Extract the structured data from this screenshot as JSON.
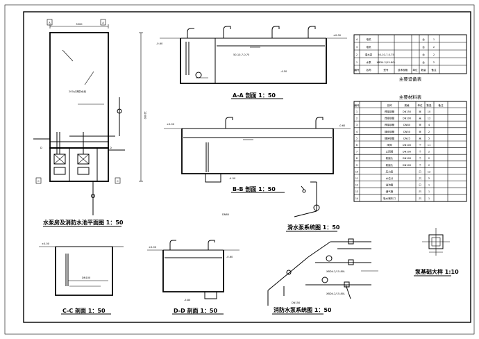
{
  "titles": {
    "plan": "水泵房及消防水池平面图  1：50",
    "aa": "A-A 剖面  1：50",
    "bb": "B-B 剖面  1：50",
    "cc": "C-C 剖面  1：50",
    "dd": "D-D 剖面  1：50",
    "supply": "滑水泵系统图  1：50",
    "fire": "消防水泵系统图  1：50",
    "foundation": "泵基础大样  1:10",
    "pool_label": "200㎡消防水池",
    "equip_caption": "主要设备表",
    "material_caption": "主要材料表"
  },
  "equipment": {
    "header": [
      "编号",
      "名称",
      "型号",
      "技术规格",
      "单位",
      "数量",
      "备注"
    ],
    "rows": [
      [
        "1",
        "水泵",
        "XBD4.2/15-80L",
        "",
        "台",
        "2",
        ""
      ],
      [
        "2",
        "潜水泵",
        "50-10-7-0.75",
        "",
        "台",
        "2",
        ""
      ],
      [
        "3",
        "电机",
        "",
        "",
        "台",
        "2",
        ""
      ],
      [
        "4",
        "电机",
        "",
        "",
        "台",
        "1",
        ""
      ]
    ]
  },
  "materials": {
    "header": [
      "编号",
      "名称",
      "规格",
      "单位",
      "数量",
      "备注"
    ],
    "rows": [
      [
        "1",
        "焊接钢管",
        "DN150",
        "米",
        "10",
        ""
      ],
      [
        "2",
        "焊接钢管",
        "DN100",
        "米",
        "12",
        ""
      ],
      [
        "3",
        "焊接钢管",
        "DN80",
        "米",
        "4",
        ""
      ],
      [
        "4",
        "镀锌钢管",
        "DN50",
        "米",
        "2",
        ""
      ],
      [
        "5",
        "镀锌钢管",
        "DN25",
        "米",
        "5",
        ""
      ],
      [
        "6",
        "闸阀",
        "DN100",
        "个",
        "11",
        ""
      ],
      [
        "7",
        "止回阀",
        "DN100",
        "个",
        "2",
        ""
      ],
      [
        "8",
        "软接头",
        "DN100",
        "个",
        "2",
        ""
      ],
      [
        "9",
        "软接头",
        "DN100",
        "个",
        "2",
        ""
      ],
      [
        "10",
        "压力表",
        "",
        "只",
        "12",
        ""
      ],
      [
        "11",
        "水位计",
        "",
        "只",
        "2",
        ""
      ],
      [
        "12",
        "溢流管",
        "",
        "只",
        "1",
        ""
      ],
      [
        "13",
        "通气管",
        "",
        "只",
        "1",
        ""
      ],
      [
        "14",
        "吸水喇叭口",
        "",
        "只",
        "1",
        ""
      ]
    ]
  },
  "annotations": {
    "elevations": [
      "-4.20",
      "±0.00",
      "-0.60",
      "-4.50",
      "-3.80",
      "-4.30"
    ],
    "pipes": [
      "DN100",
      "DN80",
      "DN150"
    ],
    "pumps": [
      "XBD4.2/15-80L",
      "50-10-7-0.75"
    ],
    "dims": [
      "3500",
      "12000",
      "4200"
    ]
  }
}
